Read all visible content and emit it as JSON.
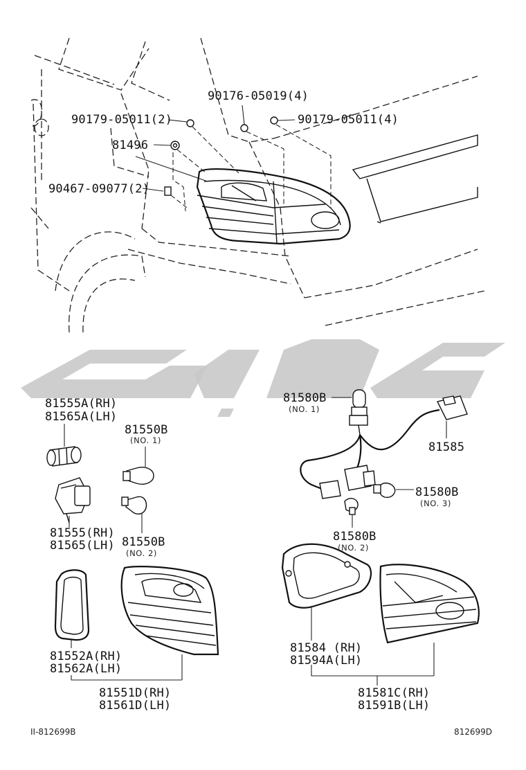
{
  "labels": {
    "p90176": "90176-05019(4)",
    "p90179a": "90179-05011(2)",
    "p90179b": "90179-05011(4)",
    "p81496": "81496",
    "p90467": "90467-09077(2)",
    "p81555a_rh": "81555A(RH)",
    "p81565a_lh": "81565A(LH)",
    "p81550b_1": "81550B",
    "p81550b_1_no": "(NO. 1)",
    "p81555_rh": "81555(RH)",
    "p81565_lh": "81565(LH)",
    "p81550b_2": "81550B",
    "p81550b_2_no": "(NO. 2)",
    "p81580b_1": "81580B",
    "p81580b_1_no": "(NO. 1)",
    "p81585": "81585",
    "p81580b_3": "81580B",
    "p81580b_3_no": "(NO. 3)",
    "p81580b_2": "81580B",
    "p81580b_2_no": "(NO. 2)",
    "p81552a_rh": "81552A(RH)",
    "p81562a_lh": "81562A(LH)",
    "p81551d_rh": "81551D(RH)",
    "p81561d_lh": "81561D(LH)",
    "p81584_rh": "81584 (RH)",
    "p81594a_lh": "81594A(LH)",
    "p81581c_rh": "81581C(RH)",
    "p81591b_lh": "81591B(LH)"
  },
  "footer": {
    "left_code": "II-812699B",
    "right_code": "812699D"
  },
  "icons": {
    "watermark": "watermark-logo"
  }
}
